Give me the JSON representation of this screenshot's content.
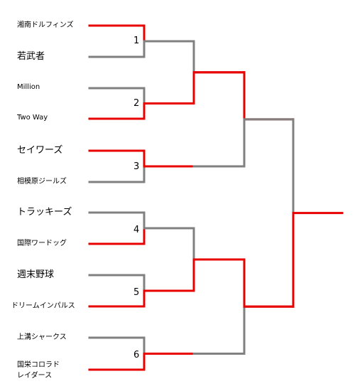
{
  "colors": {
    "winner": "#e80000",
    "loser": "#808080",
    "text": "#000000"
  },
  "teams": [
    {
      "name": "湘南ドルフィンズ",
      "size": "small"
    },
    {
      "name": "若武者",
      "size": "large"
    },
    {
      "name": "Million",
      "size": "small"
    },
    {
      "name": "Two Way",
      "size": "small"
    },
    {
      "name": "セイワーズ",
      "size": "large"
    },
    {
      "name": "相模原ジールズ",
      "size": "small"
    },
    {
      "name": "トラッキーズ",
      "size": "large"
    },
    {
      "name": "国際ワードッグ",
      "size": "small"
    },
    {
      "name": "週末野球",
      "size": "large"
    },
    {
      "name": "ドリームインパルス",
      "size": "small"
    },
    {
      "name": "上溝シャークス",
      "size": "small"
    },
    {
      "name": "国栄コロラド\nレイダース",
      "size": "small"
    }
  ],
  "matches": [
    {
      "label": "1",
      "winner": "top"
    },
    {
      "label": "2",
      "winner": "bottom"
    },
    {
      "label": "3",
      "winner": "top"
    },
    {
      "label": "4",
      "winner": "bottom"
    },
    {
      "label": "5",
      "winner": "bottom"
    },
    {
      "label": "6",
      "winner": "bottom"
    }
  ],
  "round2": [
    {
      "winner": "bottom"
    },
    {
      "winner": "bottom"
    }
  ],
  "semifinals": [
    {
      "winner": "top"
    },
    {
      "winner": "top"
    }
  ],
  "final": {
    "winner": "bottom"
  }
}
